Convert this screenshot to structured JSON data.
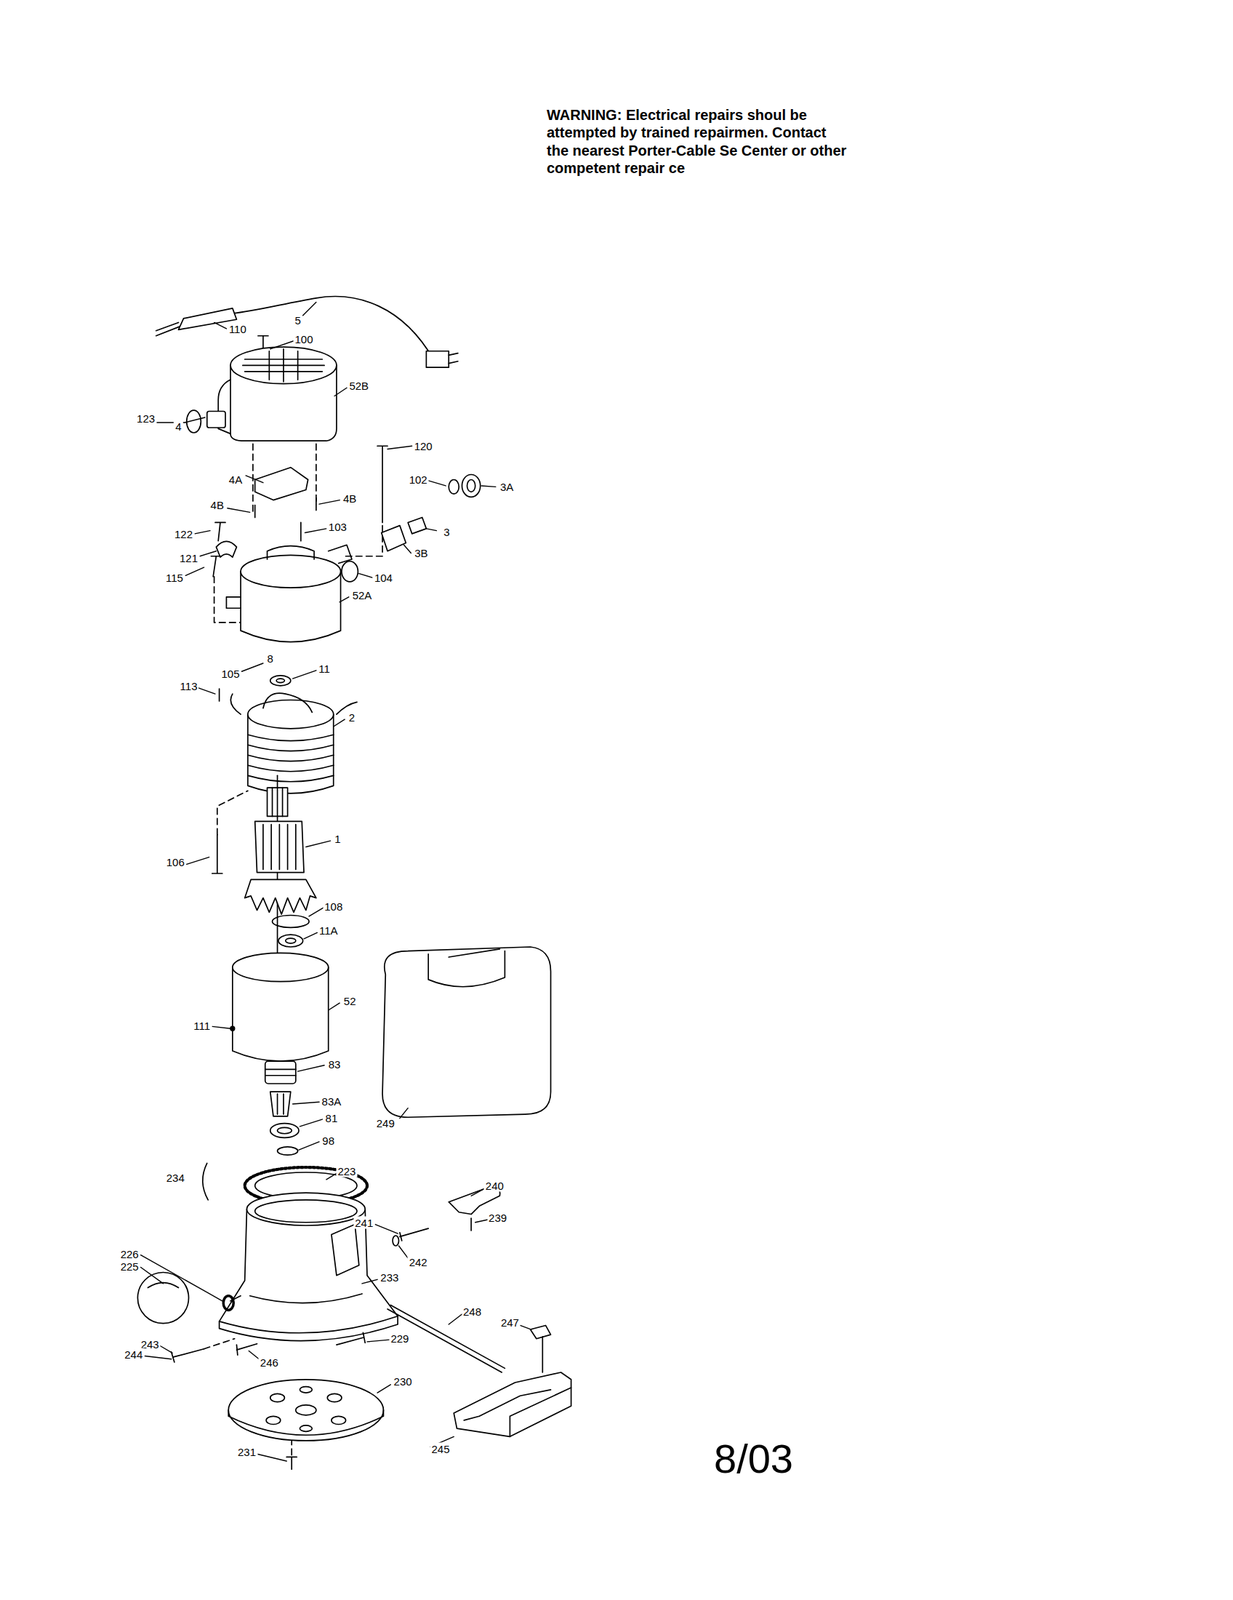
{
  "diagram": {
    "labels": [
      "WARNING: Electrical repairs shoul be  attempted by trained repairmen. Contact the nearest Porter-Cable Se Center or other competent repair ce",
      "110",
      "5",
      "100",
      "52B",
      "123",
      "4",
      "120",
      "102",
      "3A",
      "4A",
      "4B",
      "4B",
      "122",
      "103",
      "3",
      "121",
      "3B",
      "115",
      "104",
      "52A",
      "8",
      "105",
      "11",
      "113",
      "2",
      "1",
      "106",
      "108",
      "11A",
      "111",
      "52",
      "83",
      "83A",
      "81",
      "98",
      "249",
      "234",
      "223",
      "240",
      "239",
      "241",
      "242",
      "233",
      "226",
      "225",
      "248",
      "247",
      "243",
      "244",
      "229",
      "246",
      "230",
      "245",
      "231",
      "8/03"
    ]
  }
}
